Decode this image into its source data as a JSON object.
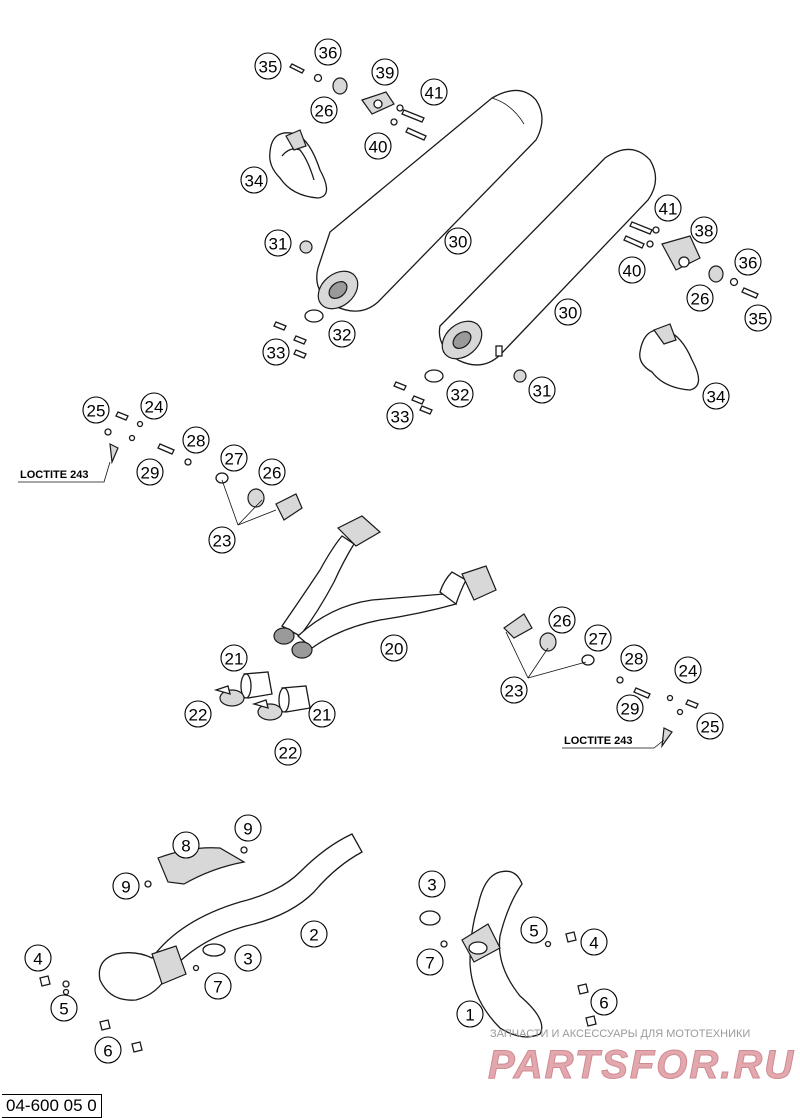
{
  "diagram": {
    "drawing_code": "04-600 05 0",
    "notes": [
      {
        "id": "loctite-left",
        "text": "LOCTITE 243"
      },
      {
        "id": "loctite-right",
        "text": "LOCTITE 243"
      }
    ],
    "watermark": {
      "tagline": "ЗАПЧАСТИ И АКСЕССУАРЫ ДЛЯ МОТОТЕХНИКИ",
      "brand": "PARTSFOR.RU"
    },
    "callouts": [
      {
        "id": "c35a",
        "label": "35"
      },
      {
        "id": "c36a",
        "label": "36"
      },
      {
        "id": "c39",
        "label": "39"
      },
      {
        "id": "c26a",
        "label": "26"
      },
      {
        "id": "c41a",
        "label": "41"
      },
      {
        "id": "c40a",
        "label": "40"
      },
      {
        "id": "c34a",
        "label": "34"
      },
      {
        "id": "c31a",
        "label": "31"
      },
      {
        "id": "c30a",
        "label": "30"
      },
      {
        "id": "c32a",
        "label": "32"
      },
      {
        "id": "c33a",
        "label": "33"
      },
      {
        "id": "c41b",
        "label": "41"
      },
      {
        "id": "c38",
        "label": "38"
      },
      {
        "id": "c40b",
        "label": "40"
      },
      {
        "id": "c36b",
        "label": "36"
      },
      {
        "id": "c26b",
        "label": "26"
      },
      {
        "id": "c35b",
        "label": "35"
      },
      {
        "id": "c30b",
        "label": "30"
      },
      {
        "id": "c34b",
        "label": "34"
      },
      {
        "id": "c32b",
        "label": "32"
      },
      {
        "id": "c31b",
        "label": "31"
      },
      {
        "id": "c33b",
        "label": "33"
      },
      {
        "id": "c25a",
        "label": "25"
      },
      {
        "id": "c24a",
        "label": "24"
      },
      {
        "id": "c28a",
        "label": "28"
      },
      {
        "id": "c29a",
        "label": "29"
      },
      {
        "id": "c27a",
        "label": "27"
      },
      {
        "id": "c26c",
        "label": "26"
      },
      {
        "id": "c23a",
        "label": "23"
      },
      {
        "id": "c20",
        "label": "20"
      },
      {
        "id": "c26d",
        "label": "26"
      },
      {
        "id": "c27b",
        "label": "27"
      },
      {
        "id": "c23b",
        "label": "23"
      },
      {
        "id": "c28b",
        "label": "28"
      },
      {
        "id": "c24b",
        "label": "24"
      },
      {
        "id": "c29b",
        "label": "29"
      },
      {
        "id": "c25b",
        "label": "25"
      },
      {
        "id": "c21a",
        "label": "21"
      },
      {
        "id": "c22a",
        "label": "22"
      },
      {
        "id": "c21b",
        "label": "21"
      },
      {
        "id": "c22b",
        "label": "22"
      },
      {
        "id": "c8",
        "label": "8"
      },
      {
        "id": "c9a",
        "label": "9"
      },
      {
        "id": "c9b",
        "label": "9"
      },
      {
        "id": "c2",
        "label": "2"
      },
      {
        "id": "c3a",
        "label": "3"
      },
      {
        "id": "c7a",
        "label": "7"
      },
      {
        "id": "c4a",
        "label": "4"
      },
      {
        "id": "c5a",
        "label": "5"
      },
      {
        "id": "c6a",
        "label": "6"
      },
      {
        "id": "c3b",
        "label": "3"
      },
      {
        "id": "c7b",
        "label": "7"
      },
      {
        "id": "c5b",
        "label": "5"
      },
      {
        "id": "c4b",
        "label": "4"
      },
      {
        "id": "c6b",
        "label": "6"
      },
      {
        "id": "c1",
        "label": "1"
      }
    ]
  }
}
